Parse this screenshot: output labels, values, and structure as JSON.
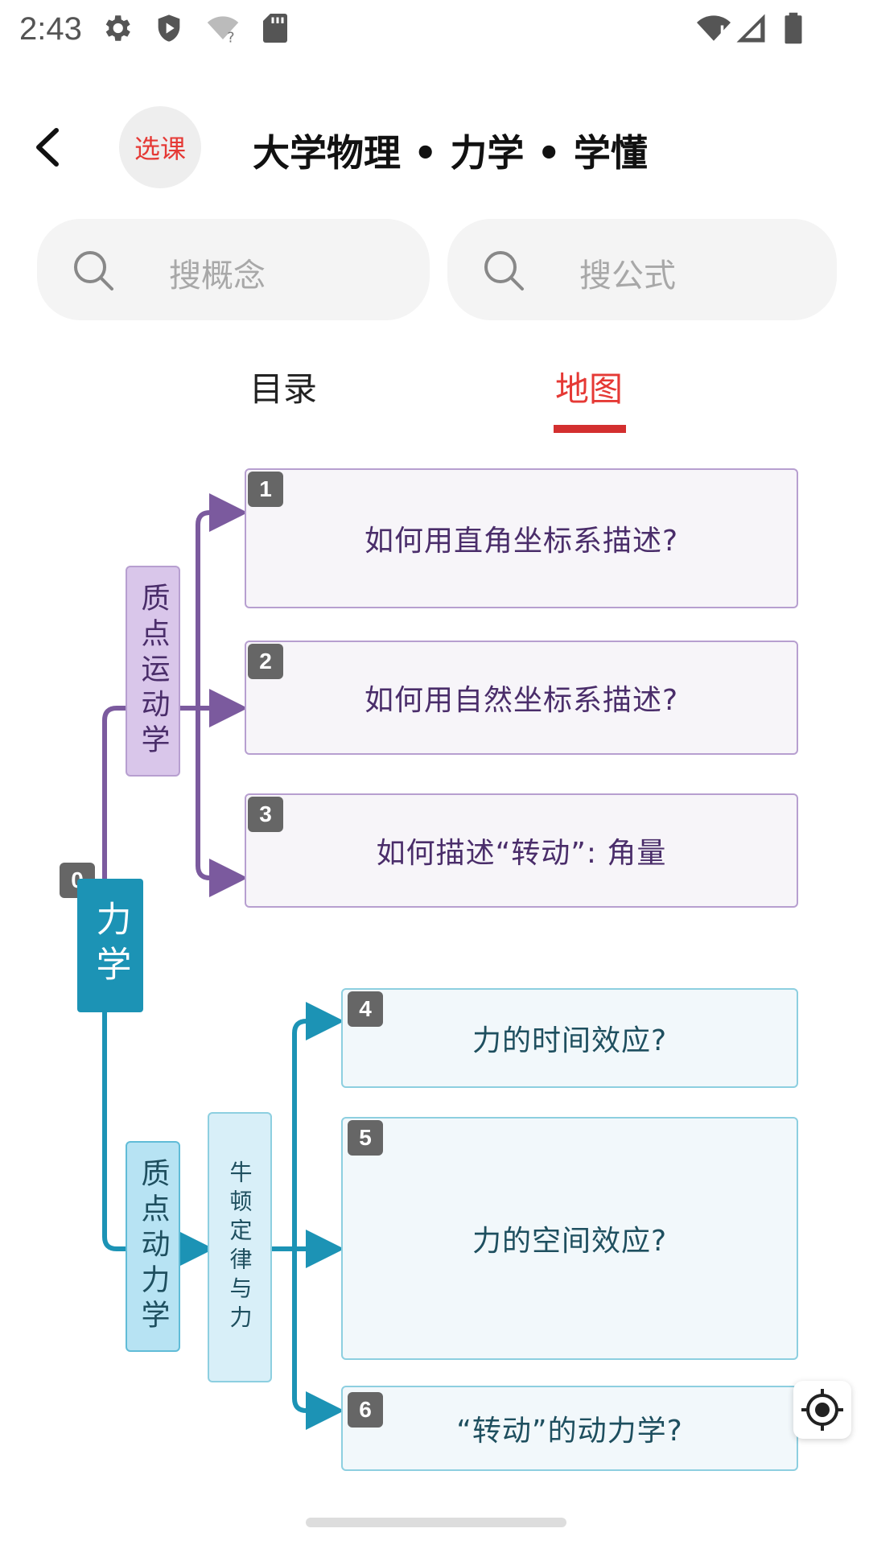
{
  "status_bar": {
    "time": "2:43"
  },
  "header": {
    "select_course_label": "选课",
    "title": "大学物理 • 力学 • 学懂"
  },
  "search": {
    "concept_placeholder": "搜概念",
    "formula_placeholder": "搜公式"
  },
  "tabs": [
    {
      "label": "目录",
      "active": false
    },
    {
      "label": "地图",
      "active": true
    }
  ],
  "colors": {
    "accent": "#d32f2f",
    "purple": "#7b5a9e",
    "teal": "#1c93b5"
  },
  "map": {
    "root": {
      "badge": "0",
      "label": "力学"
    },
    "kinematics": {
      "label": "质点运动学",
      "topics": [
        {
          "badge": "1",
          "label": "如何用直角坐标系描述?"
        },
        {
          "badge": "2",
          "label": "如何用自然坐标系描述?"
        },
        {
          "badge": "3",
          "label": "如何描述“转动”: 角量"
        }
      ]
    },
    "dynamics": {
      "label": "质点动力学",
      "sub": "牛顿定律与力",
      "topics": [
        {
          "badge": "4",
          "label": "力的时间效应?"
        },
        {
          "badge": "5",
          "label": "力的空间效应?"
        },
        {
          "badge": "6",
          "label": "“转动”的动力学?"
        }
      ]
    }
  },
  "icons": [
    "settings-icon",
    "shield-icon",
    "wifi-question-icon",
    "sd-card-icon",
    "wifi-alert-icon",
    "signal-icon",
    "battery-icon",
    "back-arrow-icon",
    "search-icon",
    "locate-icon"
  ]
}
